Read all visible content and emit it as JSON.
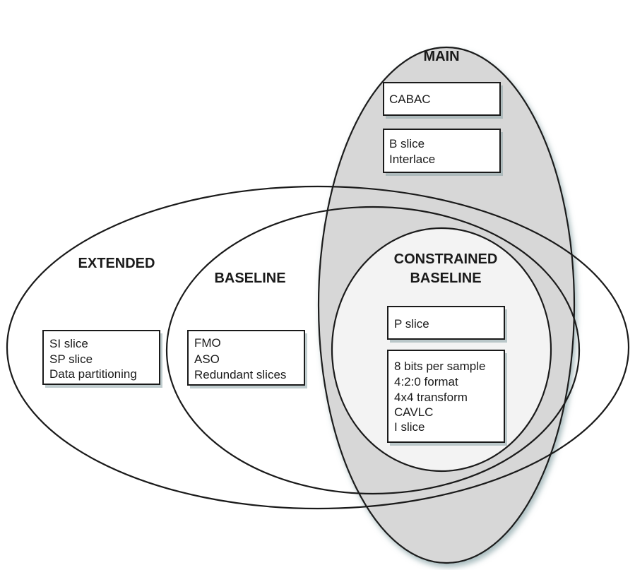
{
  "colors": {
    "main_fill": "#d7d7d7",
    "constrained_fill": "#f3f3f3",
    "outline": "#1a1a1a",
    "shadow": "#8aa3a6"
  },
  "profiles": {
    "main": "MAIN",
    "extended": "EXTENDED",
    "baseline": "BASELINE",
    "constrained_line1": "CONSTRAINED",
    "constrained_line2": "BASELINE"
  },
  "boxes": {
    "cabac": [
      "CABAC"
    ],
    "bslice": [
      "B slice",
      "Interlace"
    ],
    "extended": [
      "SI slice",
      "SP slice",
      "Data partitioning"
    ],
    "baseline": [
      "FMO",
      "ASO",
      "Redundant slices"
    ],
    "pslice": [
      "P slice"
    ],
    "constrained": [
      "8 bits per sample",
      "4:2:0 format",
      "4x4 transform",
      "CAVLC",
      "I slice"
    ]
  }
}
